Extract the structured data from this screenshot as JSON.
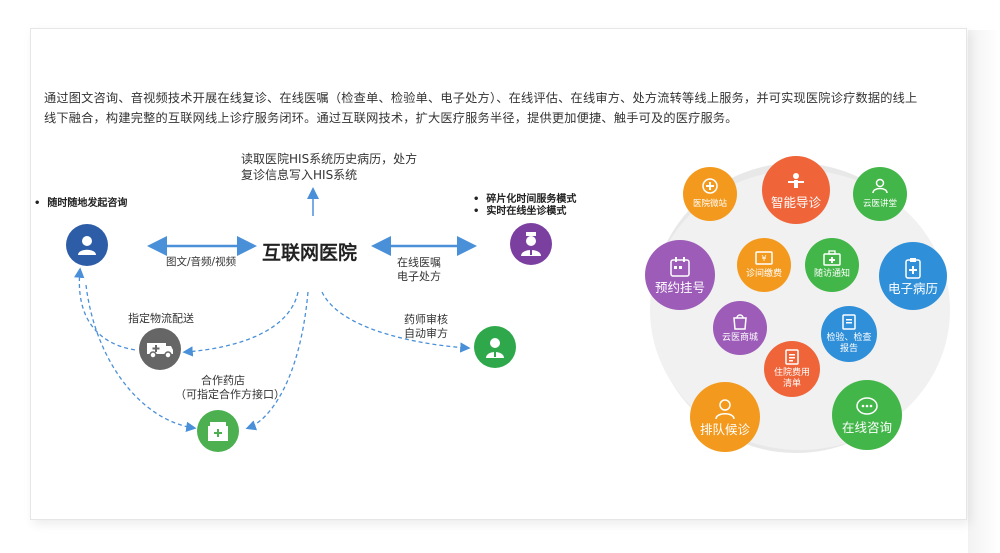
{
  "intro": {
    "line1": "通过图文咨询、音视频技术开展在线复诊、在线医嘱（检查单、检验单、电子处方）、在线评估、在线审方、处方流转等线上服务，并可实现医院诊疗数据的线上",
    "line2": "线下融合，构建完整的互联网线上诊疗服务闭环。通过互联网技术，扩大医疗服务半径，提供更加便捷、触手可及的医疗服务。"
  },
  "flow": {
    "center": "互联网医院",
    "top_note_1": "读取医院HIS系统历史病历，处方",
    "top_note_2": "复诊信息写入HIS系统",
    "left_bullet": "随时随地发起咨询",
    "left_arrow_label": "图文/音频/视频",
    "right_arrow_label_1": "在线医嘱",
    "right_arrow_label_2": "电子处方",
    "right_bullet_1": "碎片化时间服务模式",
    "right_bullet_2": "实时在线坐诊模式",
    "logistics": "指定物流配送",
    "pharmacy_1": "合作药店",
    "pharmacy_2": "（可指定合作方接口）",
    "pharmacist_1": "药师审核",
    "pharmacist_2": "自动审方",
    "bullet_char": "•"
  },
  "cluster": {
    "n1": "医院微站",
    "n2": "智能导诊",
    "n3": "云医讲堂",
    "n4": "预约挂号",
    "n5": "诊间缴费",
    "n6": "随访通知",
    "n7": "电子病历",
    "n8": "云医商城",
    "n9": "检验、检查",
    "n9b": "报告",
    "n10": "住院费用",
    "n10b": "清单",
    "n11": "排队候诊",
    "n12": "在线咨询"
  },
  "colors": {
    "blue": "#2e5da8",
    "arrow": "#4a90d9",
    "gray": "#666666",
    "green": "#4caf50",
    "purple": "#7b3fa0",
    "orange": "#f39a1e",
    "red_orange": "#f0643a",
    "teal_blue": "#2f8fd8",
    "violet": "#9c5cb8",
    "light_green": "#43b649"
  }
}
